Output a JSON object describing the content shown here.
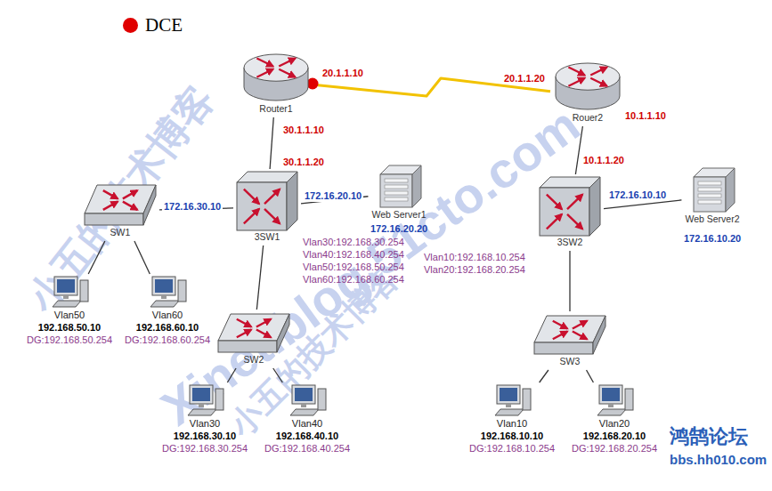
{
  "diagram": {
    "nodes": [
      {
        "text": [
          "Router1"
        ]
      },
      {
        "text": [
          "Rouer2"
        ]
      },
      {
        "text": [
          "SW1"
        ]
      },
      {
        "text": [
          "3SW1"
        ]
      },
      {
        "text": [
          "Web Server1"
        ]
      },
      {
        "text": [
          "3SW2"
        ]
      },
      {
        "text": [
          "Web Server2"
        ]
      },
      {
        "text": [
          "Vlan50",
          "192.168.50.10",
          "DG:192.168.50.254"
        ]
      },
      {
        "text": [
          "Vlan60",
          "192.168.60.10",
          "DG:192.168.60.254"
        ]
      },
      {
        "text": [
          "SW2"
        ]
      },
      {
        "text": [
          "SW3"
        ]
      },
      {
        "text": [
          "Vlan30",
          "192.168.30.10",
          "DG:192.168.30.254"
        ]
      },
      {
        "text": [
          "Vlan40",
          "192.168.40.10",
          "DG:192.168.40.254"
        ]
      },
      {
        "text": [
          "Vlan10",
          "192.168.10.10",
          "DG:192.168.10.254"
        ]
      },
      {
        "text": [
          "Vlan20",
          "192.168.20.10",
          "DG:192.168.20.254"
        ]
      }
    ],
    "edges": [
      {
        "from": 0,
        "to": 1,
        "arrow": "none"
      },
      {
        "from": 0,
        "to": 3,
        "arrow": "none"
      },
      {
        "from": 3,
        "to": 2,
        "arrow": "none"
      },
      {
        "from": 3,
        "to": 4,
        "arrow": "none"
      },
      {
        "from": 3,
        "to": 9,
        "arrow": "none"
      },
      {
        "from": 2,
        "to": 7,
        "arrow": "none"
      },
      {
        "from": 2,
        "to": 8,
        "arrow": "none"
      },
      {
        "from": 9,
        "to": 11,
        "arrow": "none"
      },
      {
        "from": 9,
        "to": 12,
        "arrow": "none"
      },
      {
        "from": 1,
        "to": 5,
        "arrow": "none"
      },
      {
        "from": 5,
        "to": 6,
        "arrow": "none"
      },
      {
        "from": 5,
        "to": 10,
        "arrow": "none"
      },
      {
        "from": 10,
        "to": 13,
        "arrow": "none"
      },
      {
        "from": 10,
        "to": 14,
        "arrow": "none"
      }
    ],
    "labels": [
      "20.1.1.10",
      "30.1.1.10",
      "30.1.1.20",
      "20.1.1.20",
      "10.1.1.10",
      "10.1.1.20",
      "172.16.30.10",
      "172.16.20.10",
      "172.16.20.20",
      "172.16.10.10",
      "172.16.10.20",
      "Vlan30:192.168.30.254",
      "Vlan40:192.168.40.254",
      "Vlan50:192.168.50.254",
      "Vlan60:192.168.60.254",
      "Vlan10:192.168.10.254",
      "Vlan20:192.168.20.254",
      "小五的技术博客",
      "Xinet.blog.51cto.com",
      "小五的技术博客",
      "鸿鹄论坛",
      "bbs.hh010.com"
    ],
    "legend": [
      {
        "text": "DCE",
        "color": "#e00000"
      }
    ]
  }
}
